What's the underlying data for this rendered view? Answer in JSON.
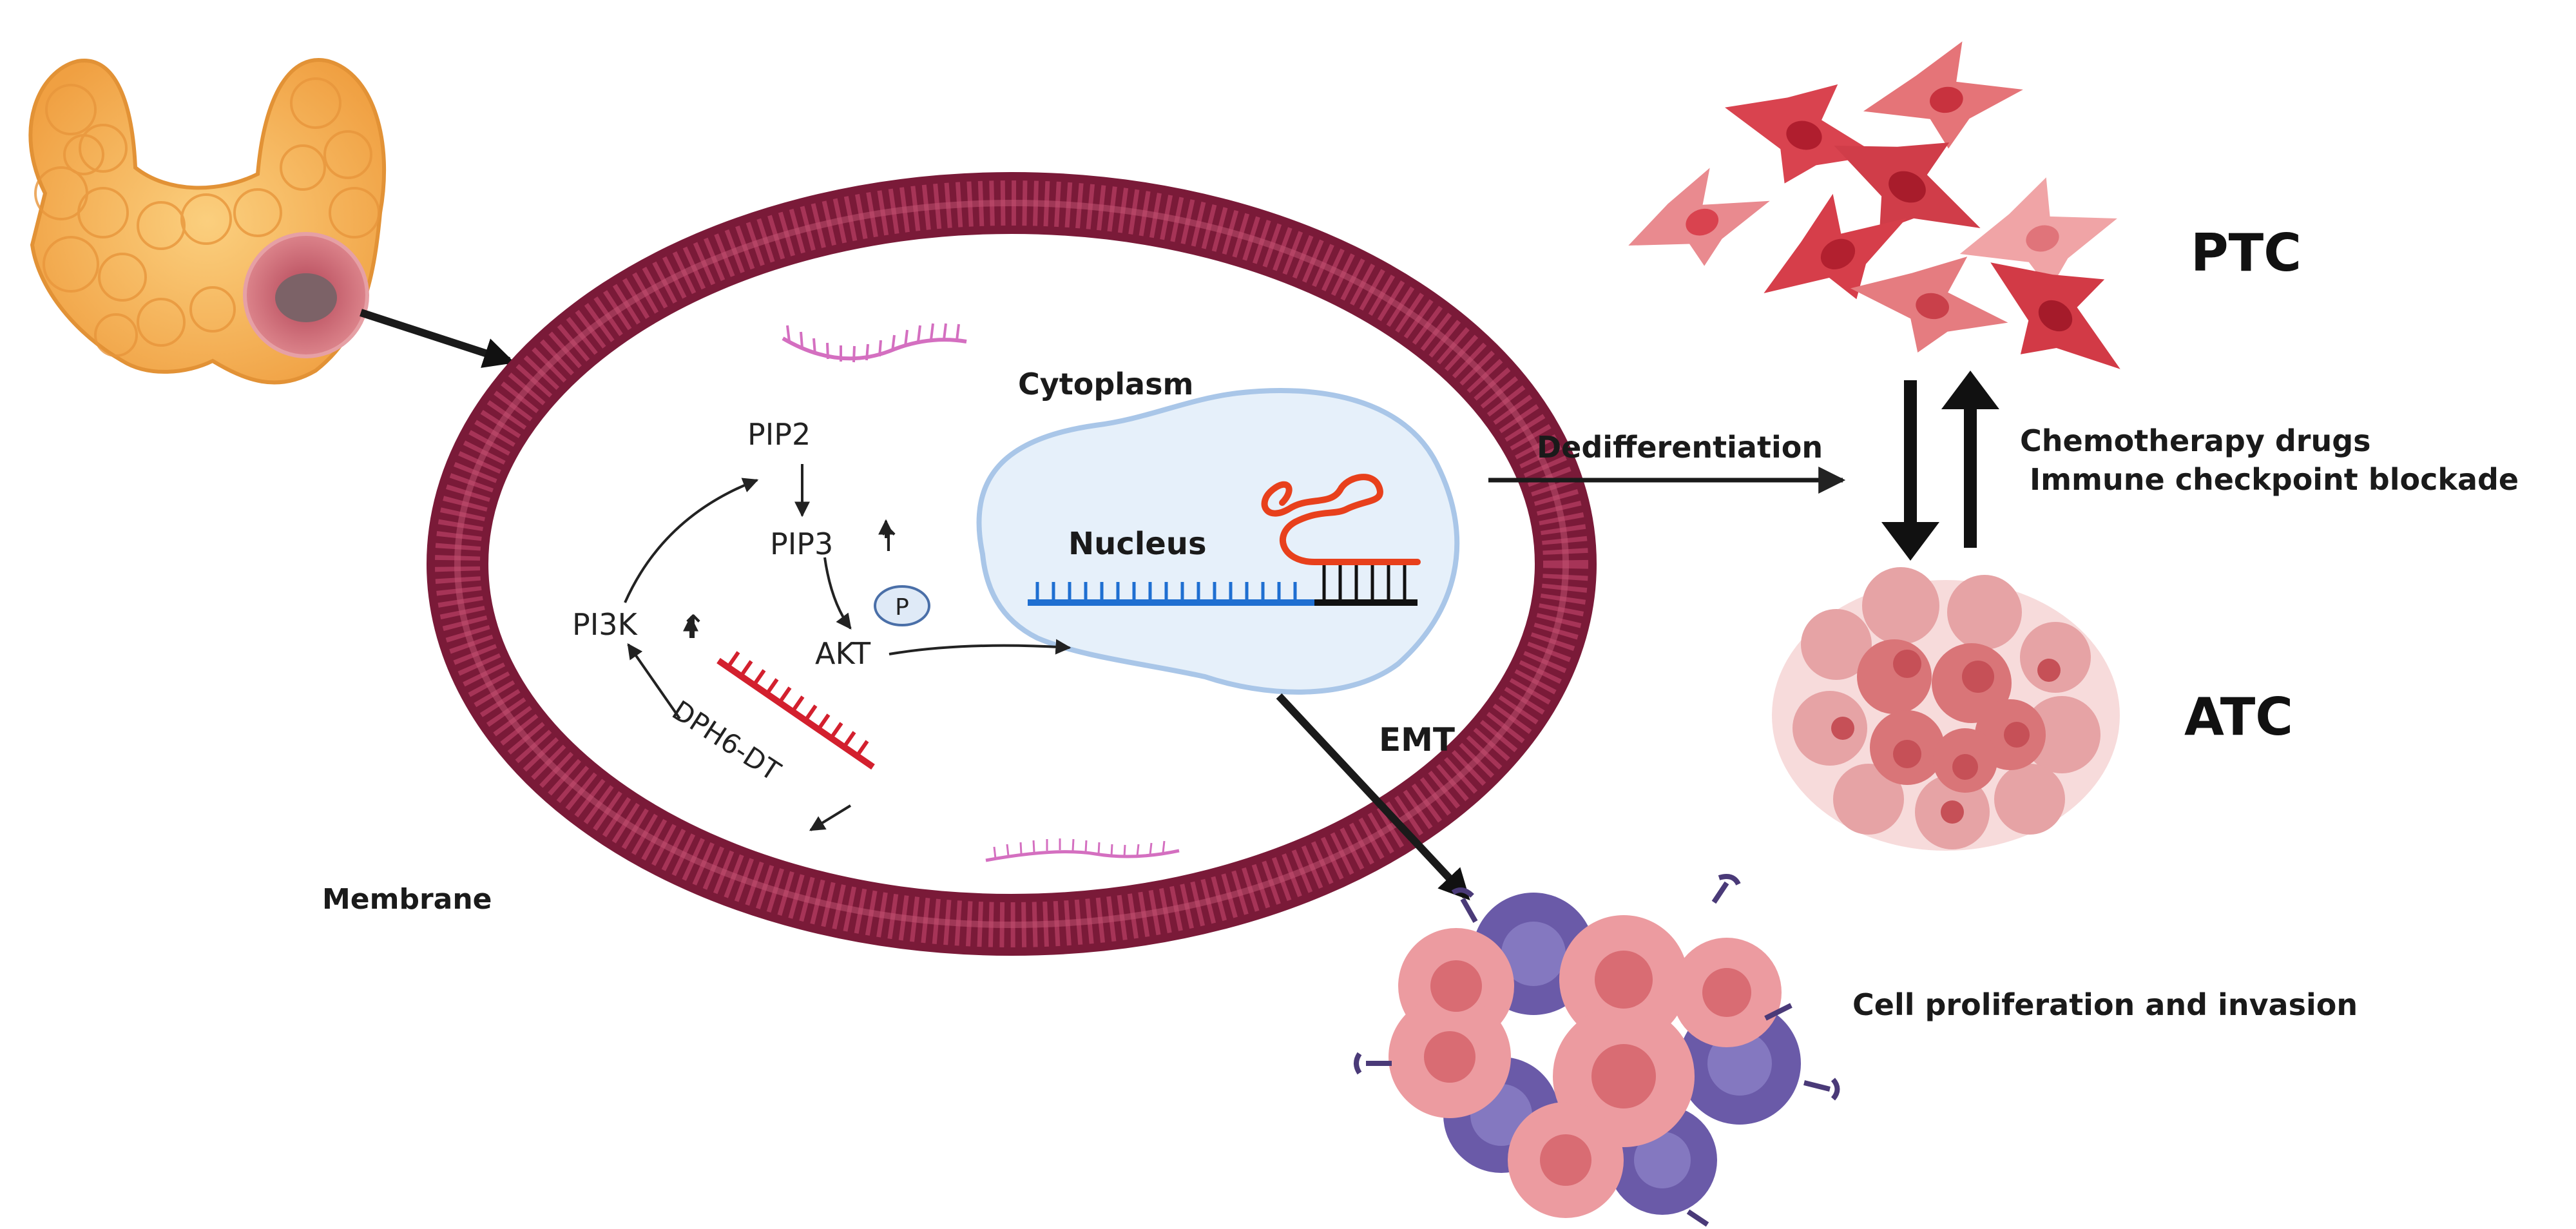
{
  "labels": {
    "cytoplasm": "Cytoplasm",
    "nucleus": "Nucleus",
    "membrane": "Membrane",
    "pip2": "PIP2",
    "pip3": "PIP3",
    "pi3k": "PI3K",
    "akt": "AKT",
    "phospho": "P",
    "dph6dt": "DPH6-DT",
    "up_arrow": "↑",
    "dedifferentiation": "Dedifferentiation",
    "emt": "EMT",
    "ptc": "PTC",
    "atc": "ATC",
    "chemo": "Chemotherapy drugs",
    "immune": "Immune checkpoint blockade",
    "proliferation": "Cell proliferation and invasion"
  },
  "colors": {
    "membrane": "#9e2a4c",
    "membrane_dark": "#7a1a38",
    "nucleus_fill": "#e6f0fa",
    "nucleus_stroke": "#a9c6e8",
    "dna_blue": "#1f6fd1",
    "rna_red": "#e8401c",
    "lncrna_red": "#d3202e",
    "thyroid": "#f6b45a",
    "tumor": "#d9727a",
    "ptc_cell": "#d9434f",
    "atc_cell": "#e08588",
    "purple_cell": "#6a5aa8",
    "mrna_pink": "#d46fc0"
  }
}
